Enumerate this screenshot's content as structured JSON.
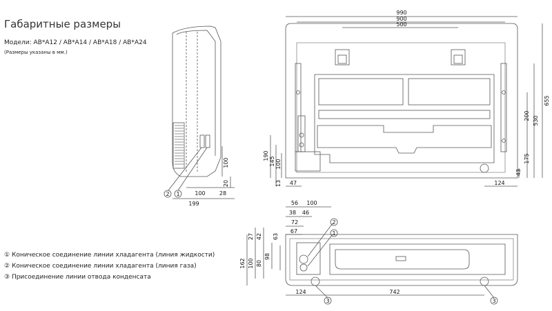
{
  "header": {
    "title": "Габаритные размеры",
    "models": "Модели: AB*A12 / AB*A14 / AB*A18 / AB*A24",
    "units": "(Размеры указаны в мм.)"
  },
  "legend": [
    {
      "num": "1",
      "text": "Коническое соединение линии хладагента (линия жидкости)"
    },
    {
      "num": "2",
      "text": "Коническое соединение линии хладагента (линия газа)"
    },
    {
      "num": "3",
      "text": "Присоединение линии отвода конденсата"
    }
  ],
  "side_view": {
    "dims": {
      "h100": "100",
      "h20": "20",
      "w100": "100",
      "w28": "28",
      "w199": "199"
    },
    "markers": [
      "2",
      "1"
    ]
  },
  "front_view": {
    "dims": {
      "w990": "990",
      "w900": "900",
      "w500": "500",
      "h655": "655",
      "h530": "530",
      "h200": "200",
      "h175": "175",
      "h43": "43",
      "h190": "190",
      "h145": "145",
      "h100": "100",
      "h13": "13",
      "w47": "47",
      "w124": "124"
    }
  },
  "bottom_view": {
    "dims": {
      "w56": "56",
      "w100": "100",
      "w38": "38",
      "w46": "46",
      "w72": "72",
      "w67": "67",
      "h27": "27",
      "h42": "42",
      "h63": "63",
      "h162": "162",
      "h100": "100",
      "h80": "80",
      "h98": "98",
      "w124": "124",
      "w742": "742"
    },
    "markers": [
      "2",
      "1",
      "3",
      "3"
    ]
  },
  "colors": {
    "line": "#555555",
    "text": "#222222"
  }
}
